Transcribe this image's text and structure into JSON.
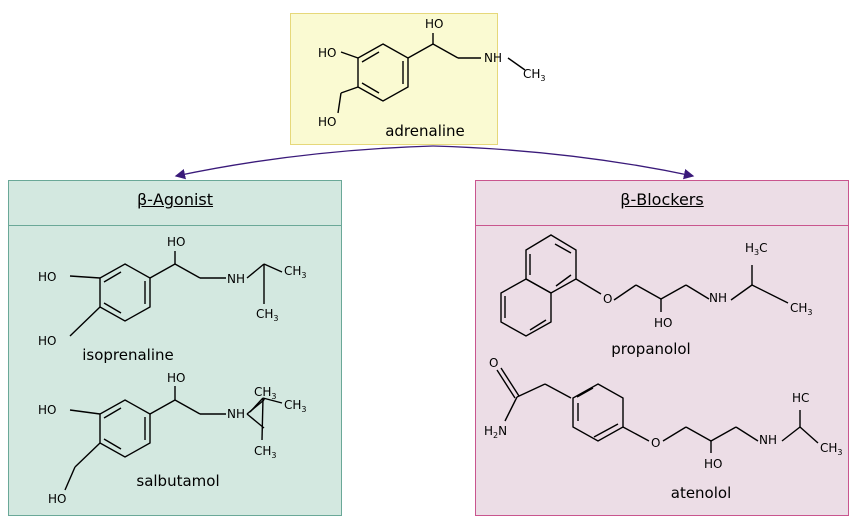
{
  "diagram": {
    "top": {
      "name": "adrenaline",
      "atoms": {
        "ho_top": "HO",
        "ho_left1": "HO",
        "ho_left2": "HO",
        "nh": "NH",
        "ch3_main": "CH",
        "ch3_sub": "3"
      }
    },
    "agonist": {
      "title": "β-Agonist",
      "isoprenaline": {
        "name": "isoprenaline",
        "atoms": {
          "ho_top": "HO",
          "ho_left1": "HO",
          "ho_left2": "HO",
          "nh": "NH",
          "ch3a_main": "CH",
          "ch3a_sub": "3",
          "ch3b_main": "CH",
          "ch3b_sub": "3"
        }
      },
      "salbutamol": {
        "name": "salbutamol",
        "atoms": {
          "ho_top": "HO",
          "ho_left": "HO",
          "ho_bottom": "HO",
          "nh": "NH",
          "ch3a_main": "CH",
          "ch3a_sub": "3",
          "ch3b_main": "CH",
          "ch3b_sub": "3",
          "ch3c_main": "CH",
          "ch3c_sub": "3"
        }
      }
    },
    "blockers": {
      "title": "β-Blockers",
      "propanolol": {
        "name": "propanolol",
        "atoms": {
          "o": "O",
          "ho": "HO",
          "nh": "NH",
          "h3c_h": "H",
          "h3c_sub": "3",
          "h3c_c": "C",
          "ch3_main": "CH",
          "ch3_sub": "3"
        }
      },
      "atenolol": {
        "name": "atenolol",
        "atoms": {
          "o_carbonyl": "O",
          "h2n_h": "H",
          "h2n_sub": "2",
          "h2n_n": "N",
          "o_ether": "O",
          "ho": "HO",
          "nh": "NH",
          "hc_h": "H",
          "hc_c": "C",
          "ch3_main": "CH",
          "ch3_sub": "3"
        }
      }
    }
  }
}
